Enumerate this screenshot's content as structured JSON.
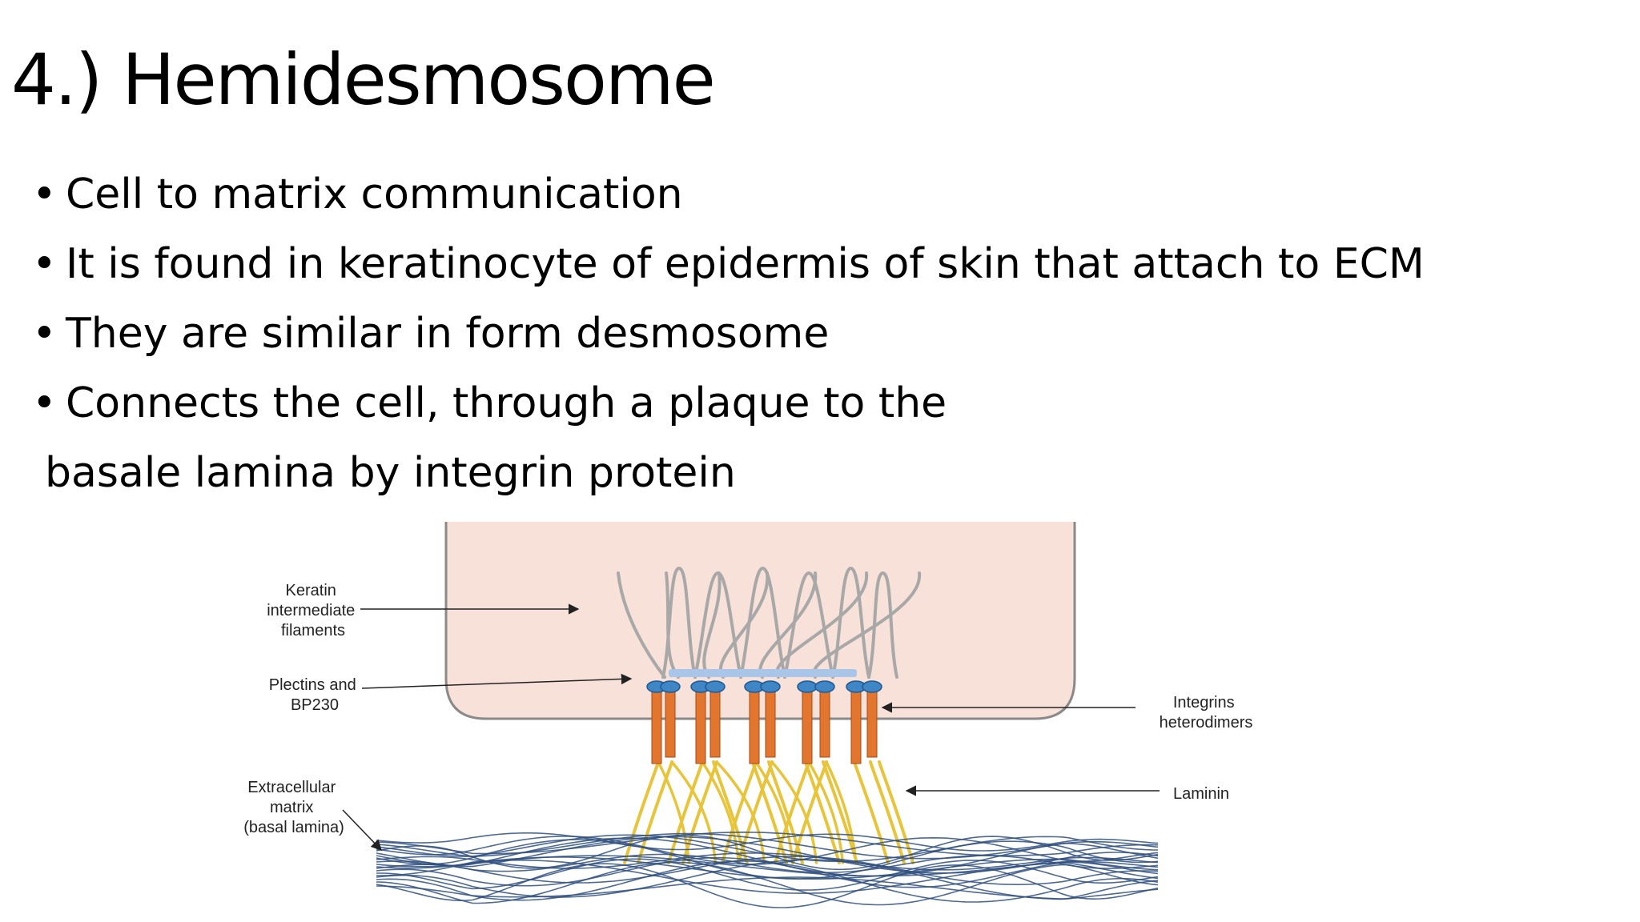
{
  "slide": {
    "title": "4.) Hemidesmosome",
    "bullet_symbol": "•",
    "bullets": [
      "Cell to matrix communication",
      "It is found in keratinocyte of epidermis of skin that attach to ECM",
      "They are similar in form desmosome",
      "Connects the cell, through a plaque to the"
    ],
    "continuation": "basale lamina by integrin protein"
  },
  "diagram": {
    "labels": {
      "keratin": [
        "Keratin",
        "intermediate",
        "filaments"
      ],
      "plectins": [
        "Plectins and",
        "BP230"
      ],
      "ecm": [
        "Extracellular",
        "matrix",
        "(basal lamina)"
      ],
      "integrins": [
        "Integrins",
        "heterodimers"
      ],
      "laminin": "Laminin"
    },
    "colors": {
      "cell_fill": "#f8e1d8",
      "cell_stroke": "#8a8a8a",
      "keratin": "#a8a8a8",
      "plaque": "#a9c6e8",
      "integrin_head": "#3f86c6",
      "integrin_stalk": "#e2762e",
      "laminin": "#e8c43a",
      "matrix": "#2f4f7f"
    }
  }
}
